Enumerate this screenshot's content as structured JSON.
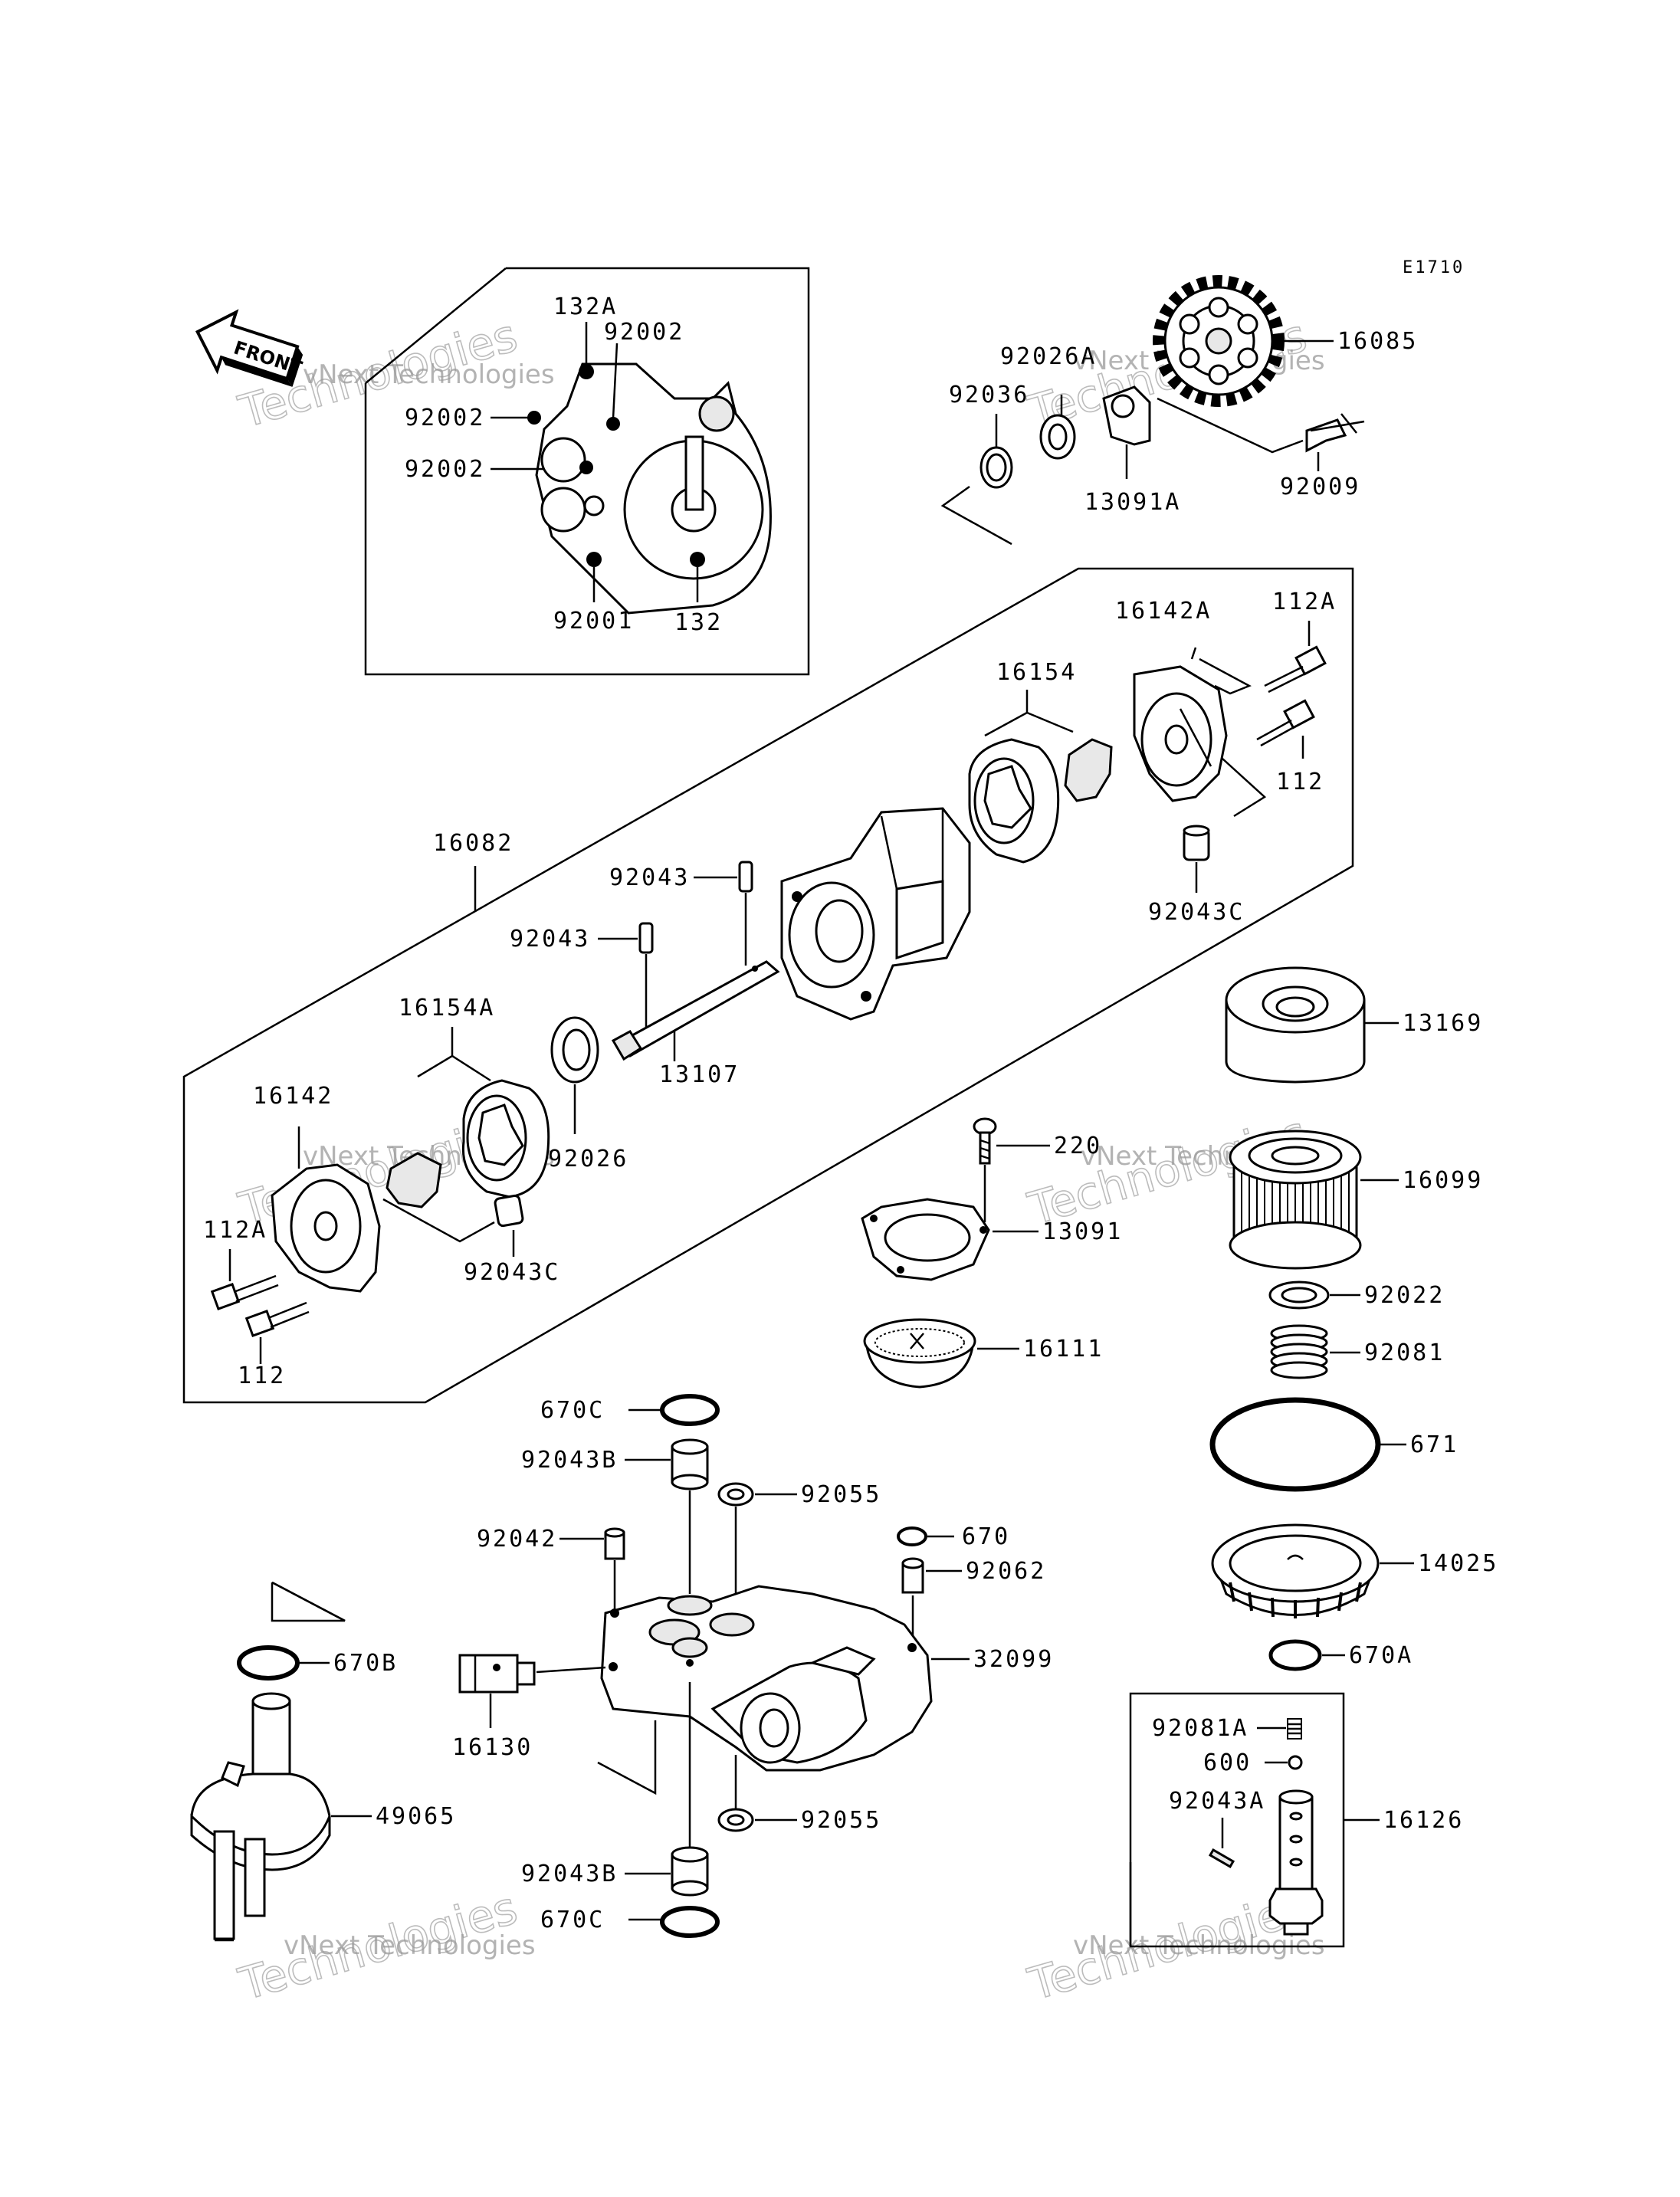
{
  "diagram": {
    "reference_code": "E1710",
    "front_label": "FRONT",
    "watermark": {
      "company": "vNext Technologies",
      "outline_text": "Technologies"
    },
    "part_labels": {
      "p132A": "132A",
      "p92002a": "92002",
      "p92002b": "92002",
      "p92002c": "92002",
      "p92001": "92001",
      "p132": "132",
      "p16085": "16085",
      "p92026A": "92026A",
      "p92036": "92036",
      "p13091A": "13091A",
      "p92009": "92009",
      "p16142A": "16142A",
      "p112A_top": "112A",
      "p16154": "16154",
      "p112_top": "112",
      "p92043C_top": "92043C",
      "p16082": "16082",
      "p92043a": "92043",
      "p92043b": "92043",
      "p13107": "13107",
      "p16154A": "16154A",
      "p16142": "16142",
      "p92026": "92026",
      "p92043C_bot": "92043C",
      "p112A_bot": "112A",
      "p112_bot": "112",
      "p13169": "13169",
      "p220": "220",
      "p13091": "13091",
      "p16099": "16099",
      "p92022": "92022",
      "p16111": "16111",
      "p92081": "92081",
      "p671": "671",
      "p14025": "14025",
      "p670A": "670A",
      "p670C_top": "670C",
      "p92043B_top": "92043B",
      "p92055_top": "92055",
      "p670": "670",
      "p92042": "92042",
      "p92062": "92062",
      "p32099": "32099",
      "p670B": "670B",
      "p16130": "16130",
      "p49065": "49065",
      "p92055_bot": "92055",
      "p92043B_bot": "92043B",
      "p670C_bot": "670C",
      "p92081A": "92081A",
      "p600": "600",
      "p92043A": "92043A",
      "p16126": "16126"
    }
  }
}
